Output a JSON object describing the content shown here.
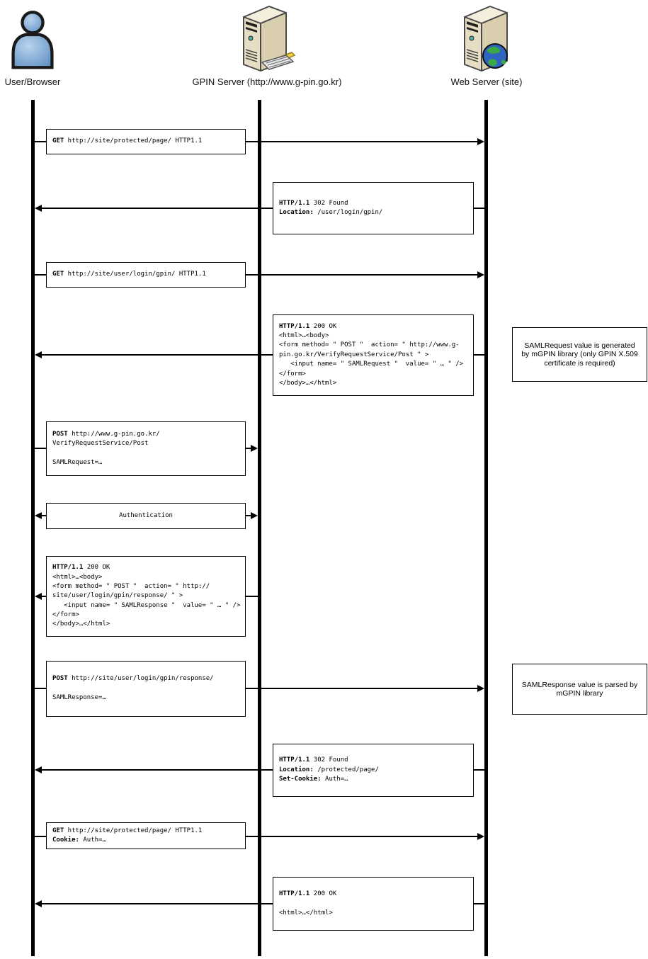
{
  "actors": [
    {
      "label": "User/Browser"
    },
    {
      "label": "GPIN Server (http://www.g-pin.go.kr)"
    },
    {
      "label": "Web Server (site)"
    }
  ],
  "messages": {
    "m1": {
      "lines": [
        {
          "b": "GET",
          "r": " http://site/protected/page/ HTTP1.1"
        }
      ]
    },
    "m2": {
      "lines": [
        {
          "b": "HTTP/1.1",
          "r": " 302 Found"
        },
        {
          "b": "Location:",
          "r": " /user/login/gpin/"
        }
      ]
    },
    "m3": {
      "lines": [
        {
          "b": "GET",
          "r": " http://site/user/login/gpin/ HTTP1.1"
        }
      ]
    },
    "m4": {
      "lines": [
        {
          "b": "HTTP/1.1",
          "r": " 200 OK"
        },
        {
          "b": "",
          "r": "<html>…<body>"
        },
        {
          "b": "",
          "r": "<form method= \" POST \"  action= \" http://www.g-"
        },
        {
          "b": "",
          "r": "pin.go.kr/VerifyRequestService/Post \" >"
        },
        {
          "b": "",
          "r": "   <input name= \" SAMLRequest \"  value= \" … \" />"
        },
        {
          "b": "",
          "r": "</form>"
        },
        {
          "b": "",
          "r": "</body>…</html>"
        }
      ]
    },
    "m5": {
      "lines": [
        {
          "b": "POST",
          "r": " http://www.g-pin.go.kr/"
        },
        {
          "b": "",
          "r": "VerifyRequestService/Post"
        },
        {
          "b": "",
          "r": ""
        },
        {
          "b": "",
          "r": "SAMLRequest=…"
        }
      ]
    },
    "m6": {
      "label": "Authentication"
    },
    "m7": {
      "lines": [
        {
          "b": "HTTP/1.1",
          "r": " 200 OK"
        },
        {
          "b": "",
          "r": "<html>…<body>"
        },
        {
          "b": "",
          "r": "<form method= \" POST \"  action= \" http://"
        },
        {
          "b": "",
          "r": "site/user/login/gpin/response/ \" >"
        },
        {
          "b": "",
          "r": "   <input name= \" SAMLResponse \"  value= \" … \" />"
        },
        {
          "b": "",
          "r": "</form>"
        },
        {
          "b": "",
          "r": "</body>…</html>"
        }
      ]
    },
    "m8": {
      "lines": [
        {
          "b": "POST",
          "r": " http://site/user/login/gpin/response/"
        },
        {
          "b": "",
          "r": ""
        },
        {
          "b": "",
          "r": "SAMLResponse=…"
        }
      ]
    },
    "m9": {
      "lines": [
        {
          "b": "HTTP/1.1",
          "r": " 302 Found"
        },
        {
          "b": "Location:",
          "r": " /protected/page/"
        },
        {
          "b": "Set-Cookie:",
          "r": " Auth=…"
        }
      ]
    },
    "m10": {
      "lines": [
        {
          "b": "GET",
          "r": " http://site/protected/page/ HTTP1.1"
        },
        {
          "b": "Cookie:",
          "r": " Auth=…"
        }
      ]
    },
    "m11": {
      "lines": [
        {
          "b": "HTTP/1.1",
          "r": " 200 OK"
        },
        {
          "b": "",
          "r": ""
        },
        {
          "b": "",
          "r": "<html>…</html>"
        }
      ]
    }
  },
  "notes": [
    {
      "text": "SAMLRequest value is generated by mGPIN library (only GPIN X.509 certificate is required)"
    },
    {
      "text": "SAMLResponse value is parsed by mGPIN library"
    }
  ]
}
